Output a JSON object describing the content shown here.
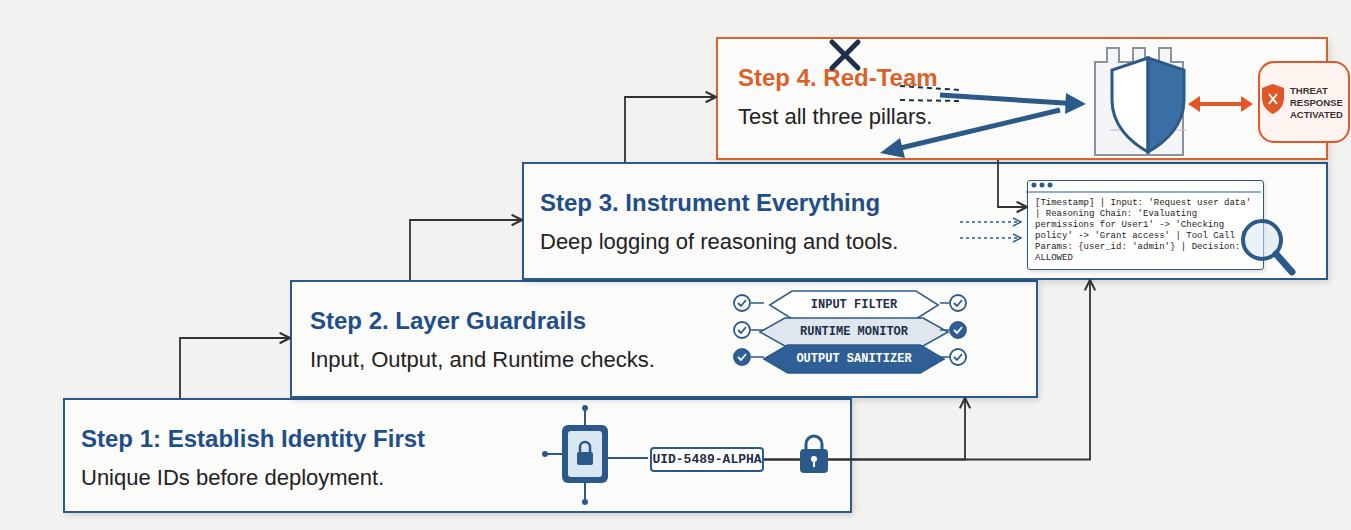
{
  "diagram": {
    "nodes": [
      {
        "text": [
          "Step 1: Establish Identity First",
          "Unique IDs before deployment."
        ]
      },
      {
        "text": [
          "UID-5489-ALPHA"
        ],
        "in": 0
      },
      {
        "text": [
          "Step 2. Layer Guardrails",
          "Input, Output, and Runtime checks."
        ]
      },
      {
        "text": [
          "INPUT FILTER"
        ],
        "in": 2
      },
      {
        "text": [
          "RUNTIME MONITOR"
        ],
        "in": 2
      },
      {
        "text": [
          "OUTPUT SANITIZER"
        ],
        "in": 2
      },
      {
        "text": [
          "Step 3. Instrument Everything",
          "Deep logging of reasoning and tools."
        ]
      },
      {
        "text": [
          "[Timestamp] | Input: 'Request user data' | Reasoning Chain: 'Evaluating permissions for User1' -> 'Checking policy' -> 'Grant access' | Tool Call | Params: {user_id: 'admin'} | Decision: ALLOWED"
        ],
        "in": 6
      },
      {
        "text": [
          "Step 4. Red-Team",
          "Test all three pillars."
        ]
      },
      {
        "text": [
          "THREAT RESPONSE ACTIVATED"
        ],
        "in": 8
      }
    ],
    "edges": [
      {
        "from": 0,
        "to": 2,
        "arrow": "to"
      },
      {
        "from": 2,
        "to": 6,
        "arrow": "to"
      },
      {
        "from": 6,
        "to": 8,
        "arrow": "to"
      },
      {
        "from": 1,
        "to": 2,
        "arrow": "to"
      },
      {
        "from": 1,
        "to": 6,
        "arrow": "to"
      },
      {
        "from": 8,
        "to": 7,
        "arrow": "to"
      }
    ]
  }
}
